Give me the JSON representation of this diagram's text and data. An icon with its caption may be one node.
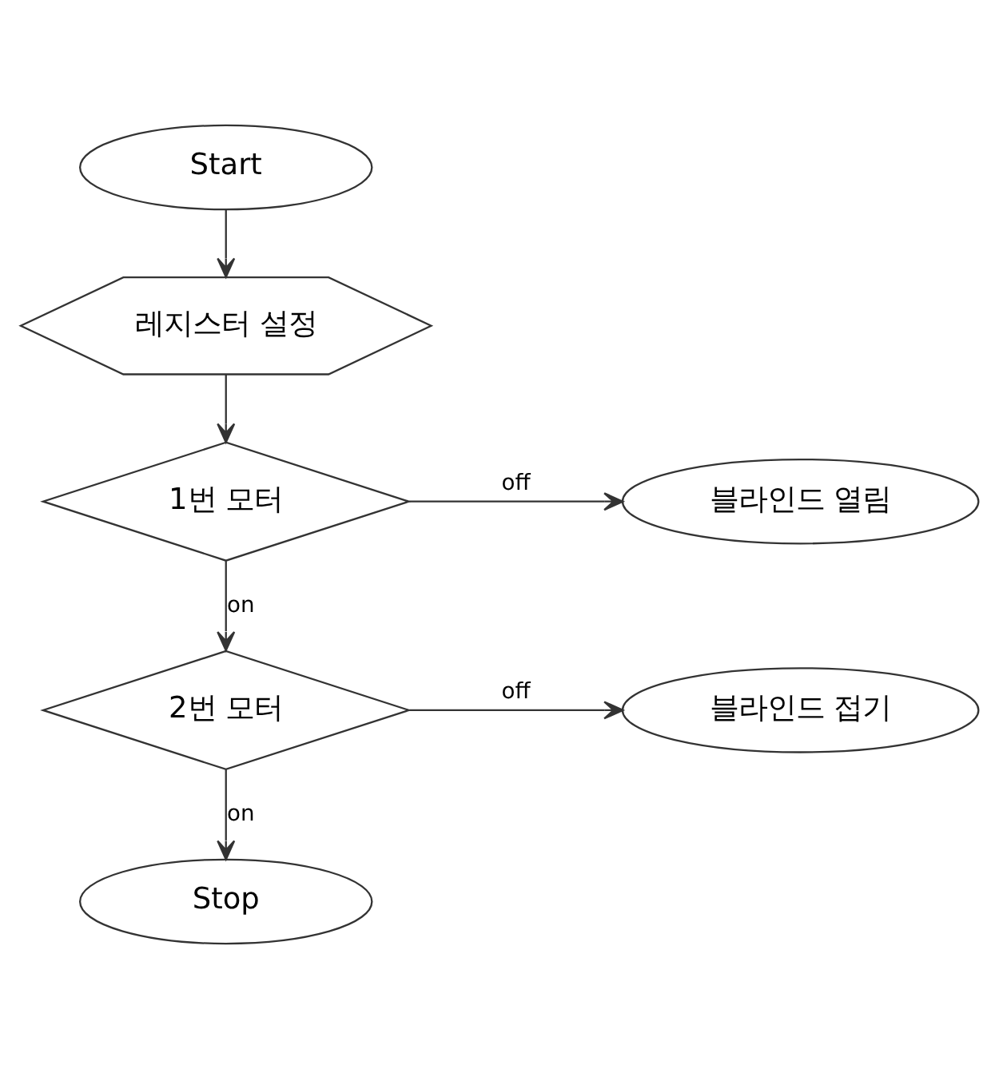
{
  "diagram": {
    "nodes": [
      {
        "text": [
          "Start"
        ]
      },
      {
        "text": [
          "레지스터 설정"
        ]
      },
      {
        "text": [
          "1번 모터"
        ]
      },
      {
        "text": [
          "블라인드 열림"
        ]
      },
      {
        "text": [
          "2번 모터"
        ]
      },
      {
        "text": [
          "블라인드 접기"
        ]
      },
      {
        "text": [
          "Stop"
        ]
      }
    ],
    "edges": [
      {
        "from": 0,
        "to": 1,
        "arrow": "to"
      },
      {
        "from": 1,
        "to": 2,
        "arrow": "to"
      },
      {
        "from": 2,
        "to": 3,
        "arrow": "to",
        "label": "off"
      },
      {
        "from": 2,
        "to": 4,
        "arrow": "to",
        "label": "on"
      },
      {
        "from": 4,
        "to": 5,
        "arrow": "to",
        "label": "off"
      },
      {
        "from": 4,
        "to": 6,
        "arrow": "to",
        "label": "on"
      }
    ]
  }
}
